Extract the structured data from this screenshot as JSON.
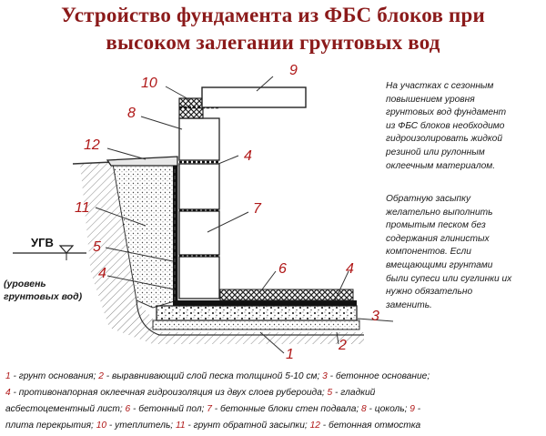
{
  "title": {
    "line1": "Устройство фундамента из ФБС блоков при",
    "line2": "высоком залегании грунтовых вод"
  },
  "labels": [
    "1",
    "2",
    "3",
    "4",
    "5",
    "6",
    "7",
    "8",
    "9",
    "10",
    "11",
    "12"
  ],
  "ugv": {
    "label": "УГВ",
    "caption_line1": "(уровень",
    "caption_line2": "грунтовых вод)"
  },
  "note1": [
    "На участках с сезонным",
    "повышением уровня",
    "грунтовых вод фундамент",
    "из ФБС блоков необходимо",
    "гидроизолировать жидкой",
    "резиной или рулонным",
    "оклеечным материалом."
  ],
  "note2": [
    "Обратную засыпку",
    "желательно выполнить",
    "промытым песком без",
    "содержания глинистых",
    "компонентов. Если",
    "вмещающими грунтами",
    "были супеси или суглинки их",
    "нужно обязательно",
    "заменить."
  ],
  "legend": [
    [
      {
        "num": "1",
        "text": " - грунт основания; "
      },
      {
        "num": "2",
        "text": " - выравнивающий слой песка толщиной 5-10 см; "
      },
      {
        "num": "3",
        "text": " - бетонное основание;"
      }
    ],
    [
      {
        "num": "4",
        "text": " - противонапорная оклеечная гидроизоляция из двух слоев рубероида; "
      },
      {
        "num": "5",
        "text": " - гладкий"
      }
    ],
    [
      {
        "num": "",
        "text": "асбестоцементный лист; "
      },
      {
        "num": "6",
        "text": " - бетонный пол; "
      },
      {
        "num": "7",
        "text": " - бетонные блоки стен подвала; "
      },
      {
        "num": "8",
        "text": " - цоколь; "
      },
      {
        "num": "9",
        "text": " -"
      }
    ],
    [
      {
        "num": "",
        "text": "плита перекрытия; "
      },
      {
        "num": "10",
        "text": " - утеплитель; "
      },
      {
        "num": "11",
        "text": " - грунт обратной засыпки; "
      },
      {
        "num": "12",
        "text": " - бетонная отмостка"
      }
    ]
  ]
}
